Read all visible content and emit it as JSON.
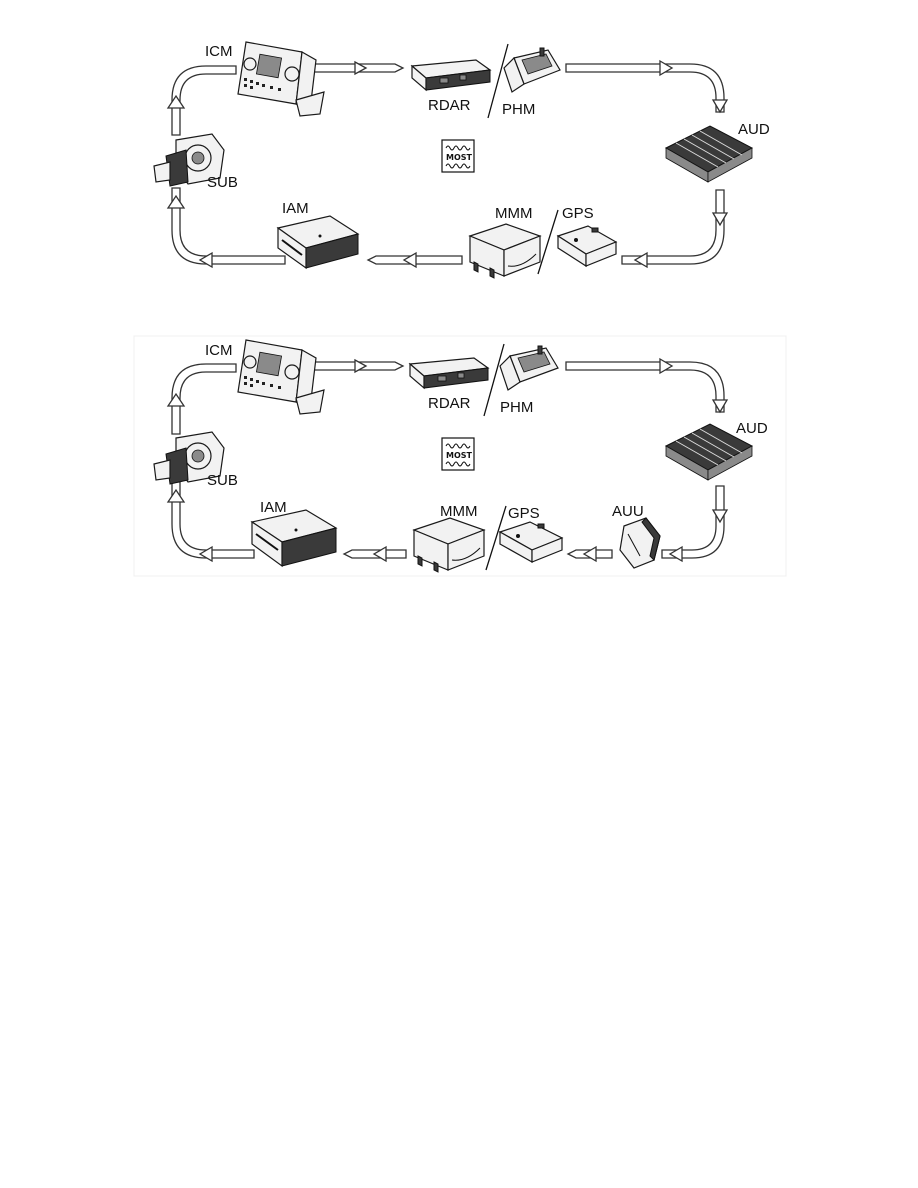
{
  "diagrams": [
    {
      "labels": {
        "icm": "ICM",
        "rdar": "RDAR",
        "phm": "PHM",
        "aud": "AUD",
        "sub": "SUB",
        "iam": "IAM",
        "mmm": "MMM",
        "gps": "GPS"
      },
      "center_icon_text": "MOST"
    },
    {
      "labels": {
        "icm": "ICM",
        "rdar": "RDAR",
        "phm": "PHM",
        "aud": "AUD",
        "sub": "SUB",
        "iam": "IAM",
        "mmm": "MMM",
        "gps": "GPS",
        "auu": "AUU"
      },
      "center_icon_text": "MOST"
    }
  ],
  "icons": [
    "most-bus-icon",
    "icm-unit-icon",
    "rdar-unit-icon",
    "phm-unit-icon",
    "aud-unit-icon",
    "sub-unit-icon",
    "iam-unit-icon",
    "mmm-unit-icon",
    "gps-unit-icon",
    "auu-unit-icon"
  ]
}
